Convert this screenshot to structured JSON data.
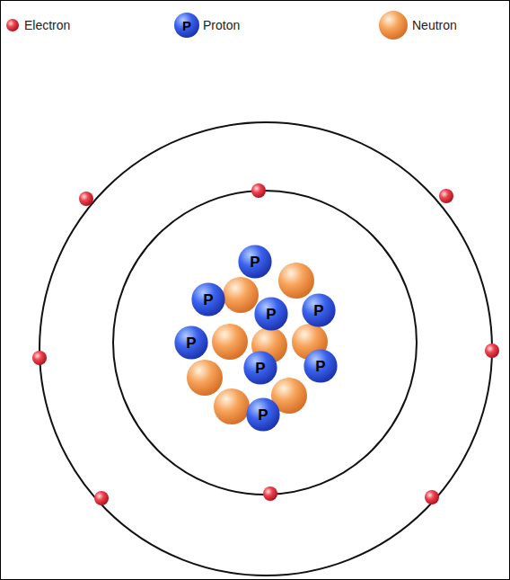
{
  "diagram": {
    "nodes": [
      {
        "text": [
          "P"
        ]
      },
      {
        "text": [
          "P"
        ]
      },
      {
        "text": [
          "P"
        ]
      },
      {
        "text": [
          "P"
        ]
      },
      {
        "text": [
          "P"
        ]
      },
      {
        "text": [
          "P"
        ]
      },
      {
        "text": [
          "P"
        ]
      },
      {
        "text": [
          "P"
        ]
      }
    ],
    "labels": [
      "P"
    ],
    "legend": [
      {
        "text": "Electron"
      },
      {
        "text": "Proton"
      },
      {
        "text": "Neutron"
      }
    ]
  }
}
